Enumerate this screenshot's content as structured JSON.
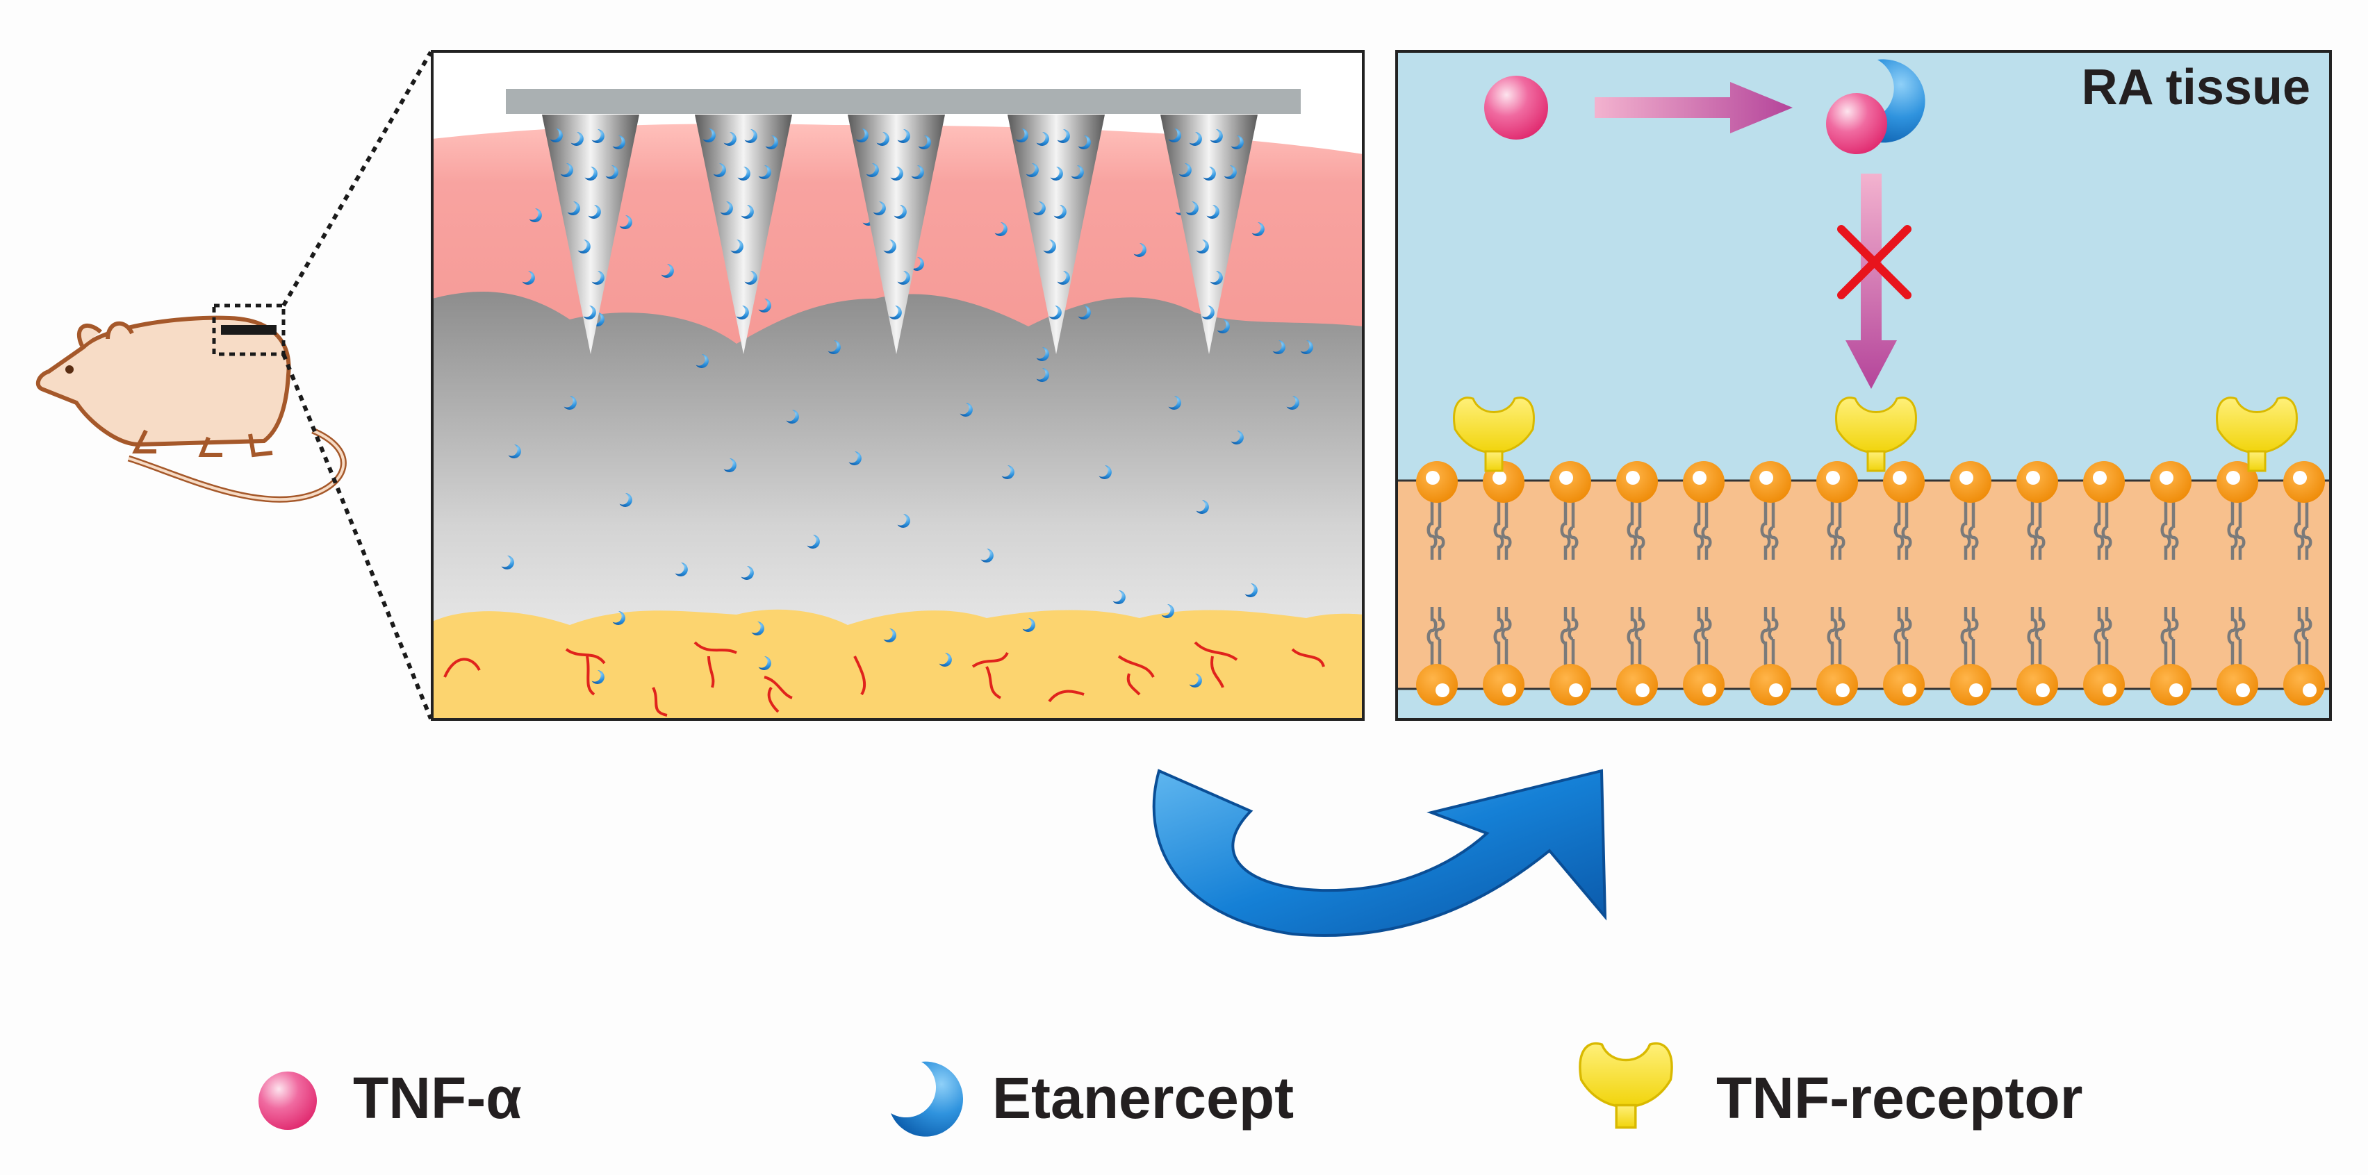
{
  "panel_right": {
    "title": "RA tissue"
  },
  "legend": {
    "items": [
      {
        "label": "TNF-α",
        "icon": "tnf-alpha-sphere-icon",
        "color": "#e8407a"
      },
      {
        "label": "Etanercept",
        "icon": "etanercept-crescent-icon",
        "color": "#1a7fd4"
      },
      {
        "label": "TNF-receptor",
        "icon": "tnf-receptor-icon",
        "color": "#f3e010"
      }
    ]
  },
  "colors": {
    "skin": "#f7a3a0",
    "dermis_top": "#9a9a9a",
    "fat": "#fcd46f",
    "vessel": "#e0231c",
    "tissue_bg": "#bcdfec",
    "membrane": "#f7c08d",
    "lipid_head": "#f39311",
    "curved_arrow": "#1a86d8",
    "block_cross": "#e8141c",
    "flow_arrow": "#cf6bb0"
  }
}
